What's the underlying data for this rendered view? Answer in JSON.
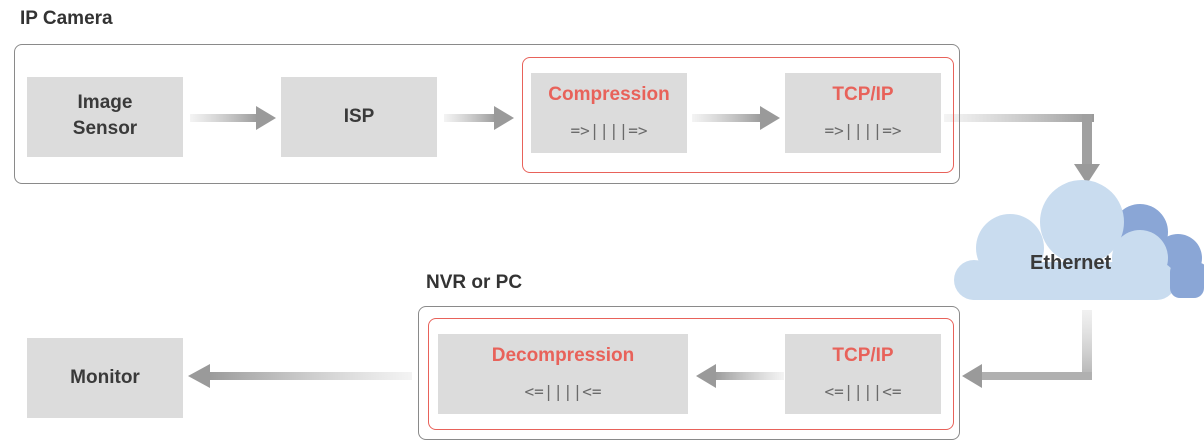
{
  "camera": {
    "title": "IP Camera",
    "blocks": {
      "sensor_line1": "Image",
      "sensor_line2": "Sensor",
      "isp": "ISP",
      "compression": "Compression",
      "compression_glyph": "=>||||=>",
      "tcpip": "TCP/IP",
      "tcpip_glyph": "=>||||=>"
    }
  },
  "network": {
    "label": "Ethernet"
  },
  "receiver": {
    "title": "NVR or PC",
    "blocks": {
      "decompression": "Decompression",
      "decompression_glyph": "<=||||<=",
      "tcpip": "TCP/IP",
      "tcpip_glyph": "<=||||<="
    }
  },
  "output": {
    "monitor": "Monitor"
  },
  "colors": {
    "accent_red": "#e8625a",
    "block_gray": "#dcdcdc",
    "frame_gray": "#8a8a8a",
    "cloud_light": "#c9dcef",
    "cloud_dark": "#8aa6d6"
  }
}
